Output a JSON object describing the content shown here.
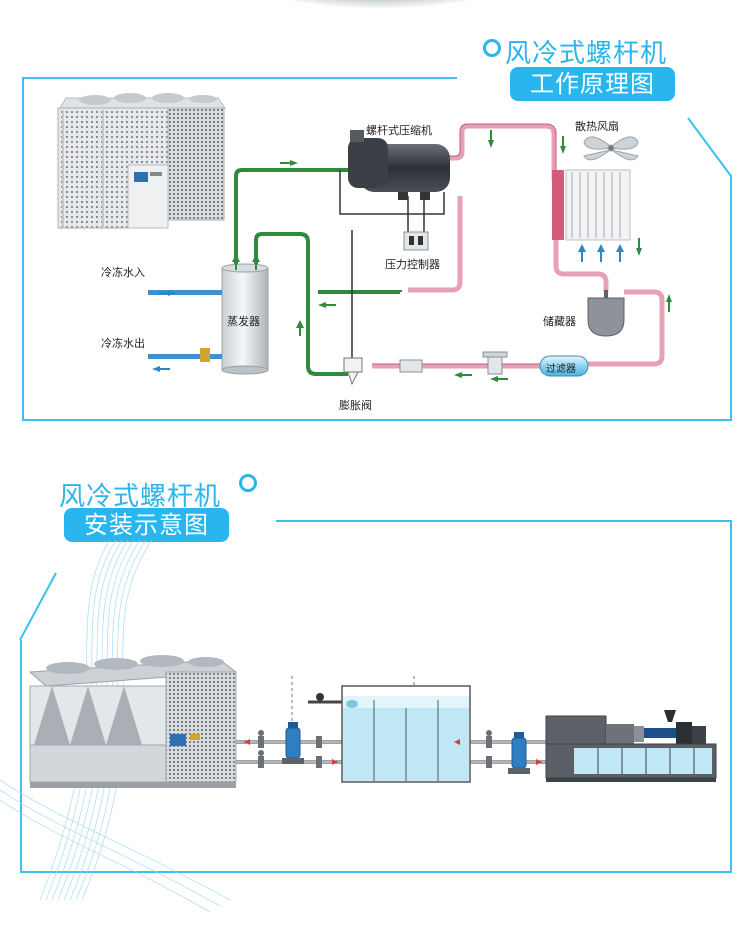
{
  "section1": {
    "title": "风冷式螺杆机",
    "pill": "工作原理图",
    "labels": {
      "compressor": "螺杆式压缩机",
      "fan": "散热风扇",
      "pressure_controller": "压力控制器",
      "chilled_water_in": "冷冻水入",
      "chilled_water_out": "冷冻水出",
      "evaporator": "蒸发器",
      "receiver": "储藏器",
      "filter": "过滤器",
      "expansion_valve": "膨胀阀"
    }
  },
  "section2": {
    "title": "风冷式螺杆机",
    "pill": "安装示意图"
  },
  "colors": {
    "accent": "#2bb5ea",
    "green_pipe": "#2e8b3d",
    "pink_pipe": "#e06b8a",
    "blue_pipe": "#3f8fd1",
    "water": "#bfe7f6"
  }
}
